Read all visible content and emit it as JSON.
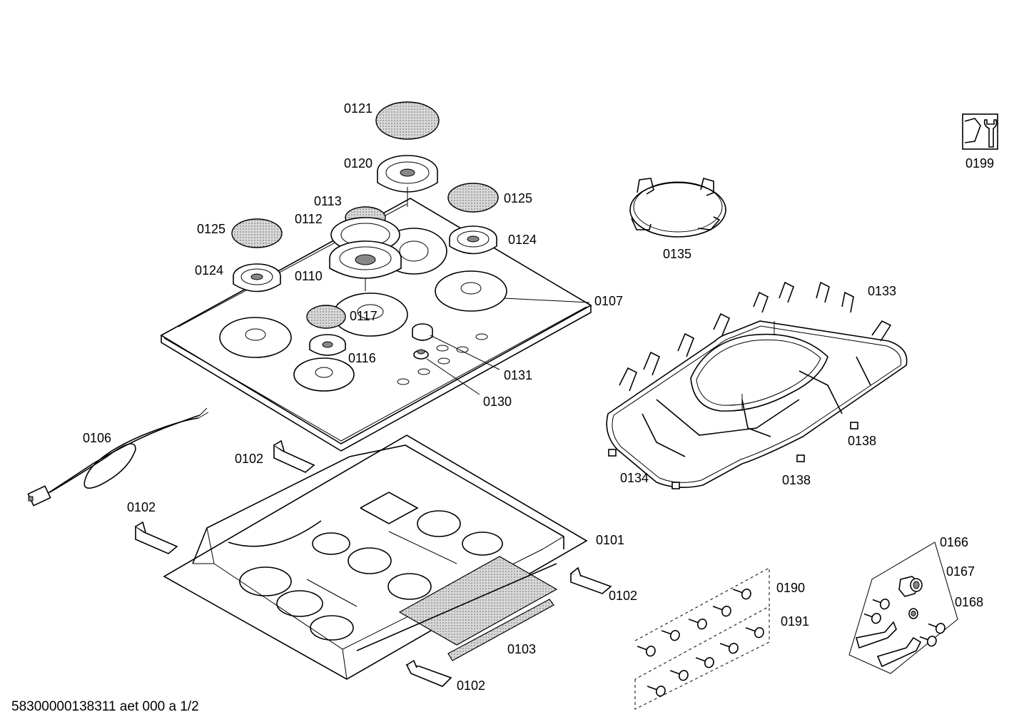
{
  "labels": {
    "p0121": "0121",
    "p0120": "0120",
    "p0125_right": "0125",
    "p0113": "0113",
    "p0112": "0112",
    "p0125_left": "0125",
    "p0124_right": "0124",
    "p0124_left": "0124",
    "p0110": "0110",
    "p0117": "0117",
    "p0107": "0107",
    "p0116": "0116",
    "p0131": "0131",
    "p0130": "0130",
    "p0135": "0135",
    "p0133": "0133",
    "p0199": "0199",
    "p0106": "0106",
    "p0102_a": "0102",
    "p0102_b": "0102",
    "p0102_c": "0102",
    "p0102_d": "0102",
    "p0101": "0101",
    "p0103": "0103",
    "p0134": "0134",
    "p0138_a": "0138",
    "p0138_b": "0138",
    "p0166": "0166",
    "p0167": "0167",
    "p0168": "0168",
    "p0190": "0190",
    "p0191": "0191"
  },
  "footer": "58300000138311 aet 000 a 1/2",
  "icons": {
    "service_kit": "wrench-nut-icon"
  },
  "colors": {
    "line": "#000000",
    "background": "#ffffff",
    "fill_grey": "#c8c8c8"
  }
}
